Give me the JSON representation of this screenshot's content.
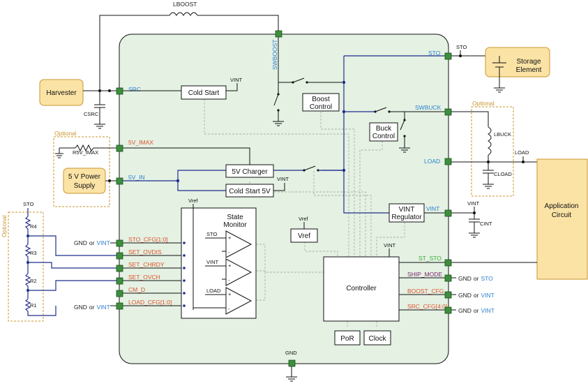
{
  "pins": {
    "lboost": "LBOOST",
    "swboost": "SWBOOST",
    "src": "SRC",
    "v5_imax": "5V_IMAX",
    "v5_in": "5V_IN",
    "sto_cfg": "STO_CFG[1:0]",
    "set_ovdis": "SET_OVDIS",
    "set_chrdy": "SET_CHRDY",
    "set_ovch": "SET_OVCH",
    "cm_d": "CM_D",
    "load_cfg": "LOAD_CFG[1:0]",
    "sto": "STO",
    "swbuck": "SWBUCK",
    "load": "LOAD",
    "vint": "VINT",
    "st_sto": "ST_STO",
    "ship_mode": "SHIP_MODE",
    "boost_cfg": "BOOST_CFG",
    "src_cfg": "SRC_CFG[4:0]",
    "gnd": "GND"
  },
  "blocks": {
    "harvester": "Harvester",
    "cold_start": "Cold Start",
    "boost_control": [
      "Boost",
      "Control"
    ],
    "buck_control": [
      "Buck",
      "Control"
    ],
    "charger_5v": "5V Charger",
    "cold_start_5v": "Cold Start 5V",
    "power_supply_5v": [
      "5 V Power",
      "Supply"
    ],
    "vint_regulator": [
      "VINT",
      "Regulator"
    ],
    "state_monitor": [
      "State",
      "Monitor"
    ],
    "vref": "Vref",
    "controller": "Controller",
    "por": "PoR",
    "clock": "Clock",
    "storage": [
      "Storage",
      "Element"
    ],
    "application": [
      "Application",
      "Circuit"
    ]
  },
  "components": {
    "csrc": "CSRC",
    "r5v_imax": "R5V_IMAX",
    "lbuck": "LBUCK",
    "cload": "CLOAD",
    "cint": "CINT",
    "r1": "R1",
    "r2": "R2",
    "r3": "R3",
    "r4": "R4"
  },
  "nets": {
    "vint": "VINT",
    "sto": "STO",
    "load": "LOAD",
    "vref": "Vref",
    "gnd": "GND",
    "or": "or"
  },
  "comparators": [
    "STO",
    "VINT",
    "LOAD"
  ],
  "optional_label": "Optional",
  "colors": {
    "chip_fill": "#e4f1e3",
    "pin": "#3c8f3c",
    "wire_blue": "#1f2d8a",
    "label_blue": "#2f80d0",
    "label_red": "#e0522a",
    "label_green": "#3aa83a",
    "label_purple": "#7a1f6a",
    "optional_orange": "#c8962e",
    "harvester_fill": "#fbe3a6"
  }
}
